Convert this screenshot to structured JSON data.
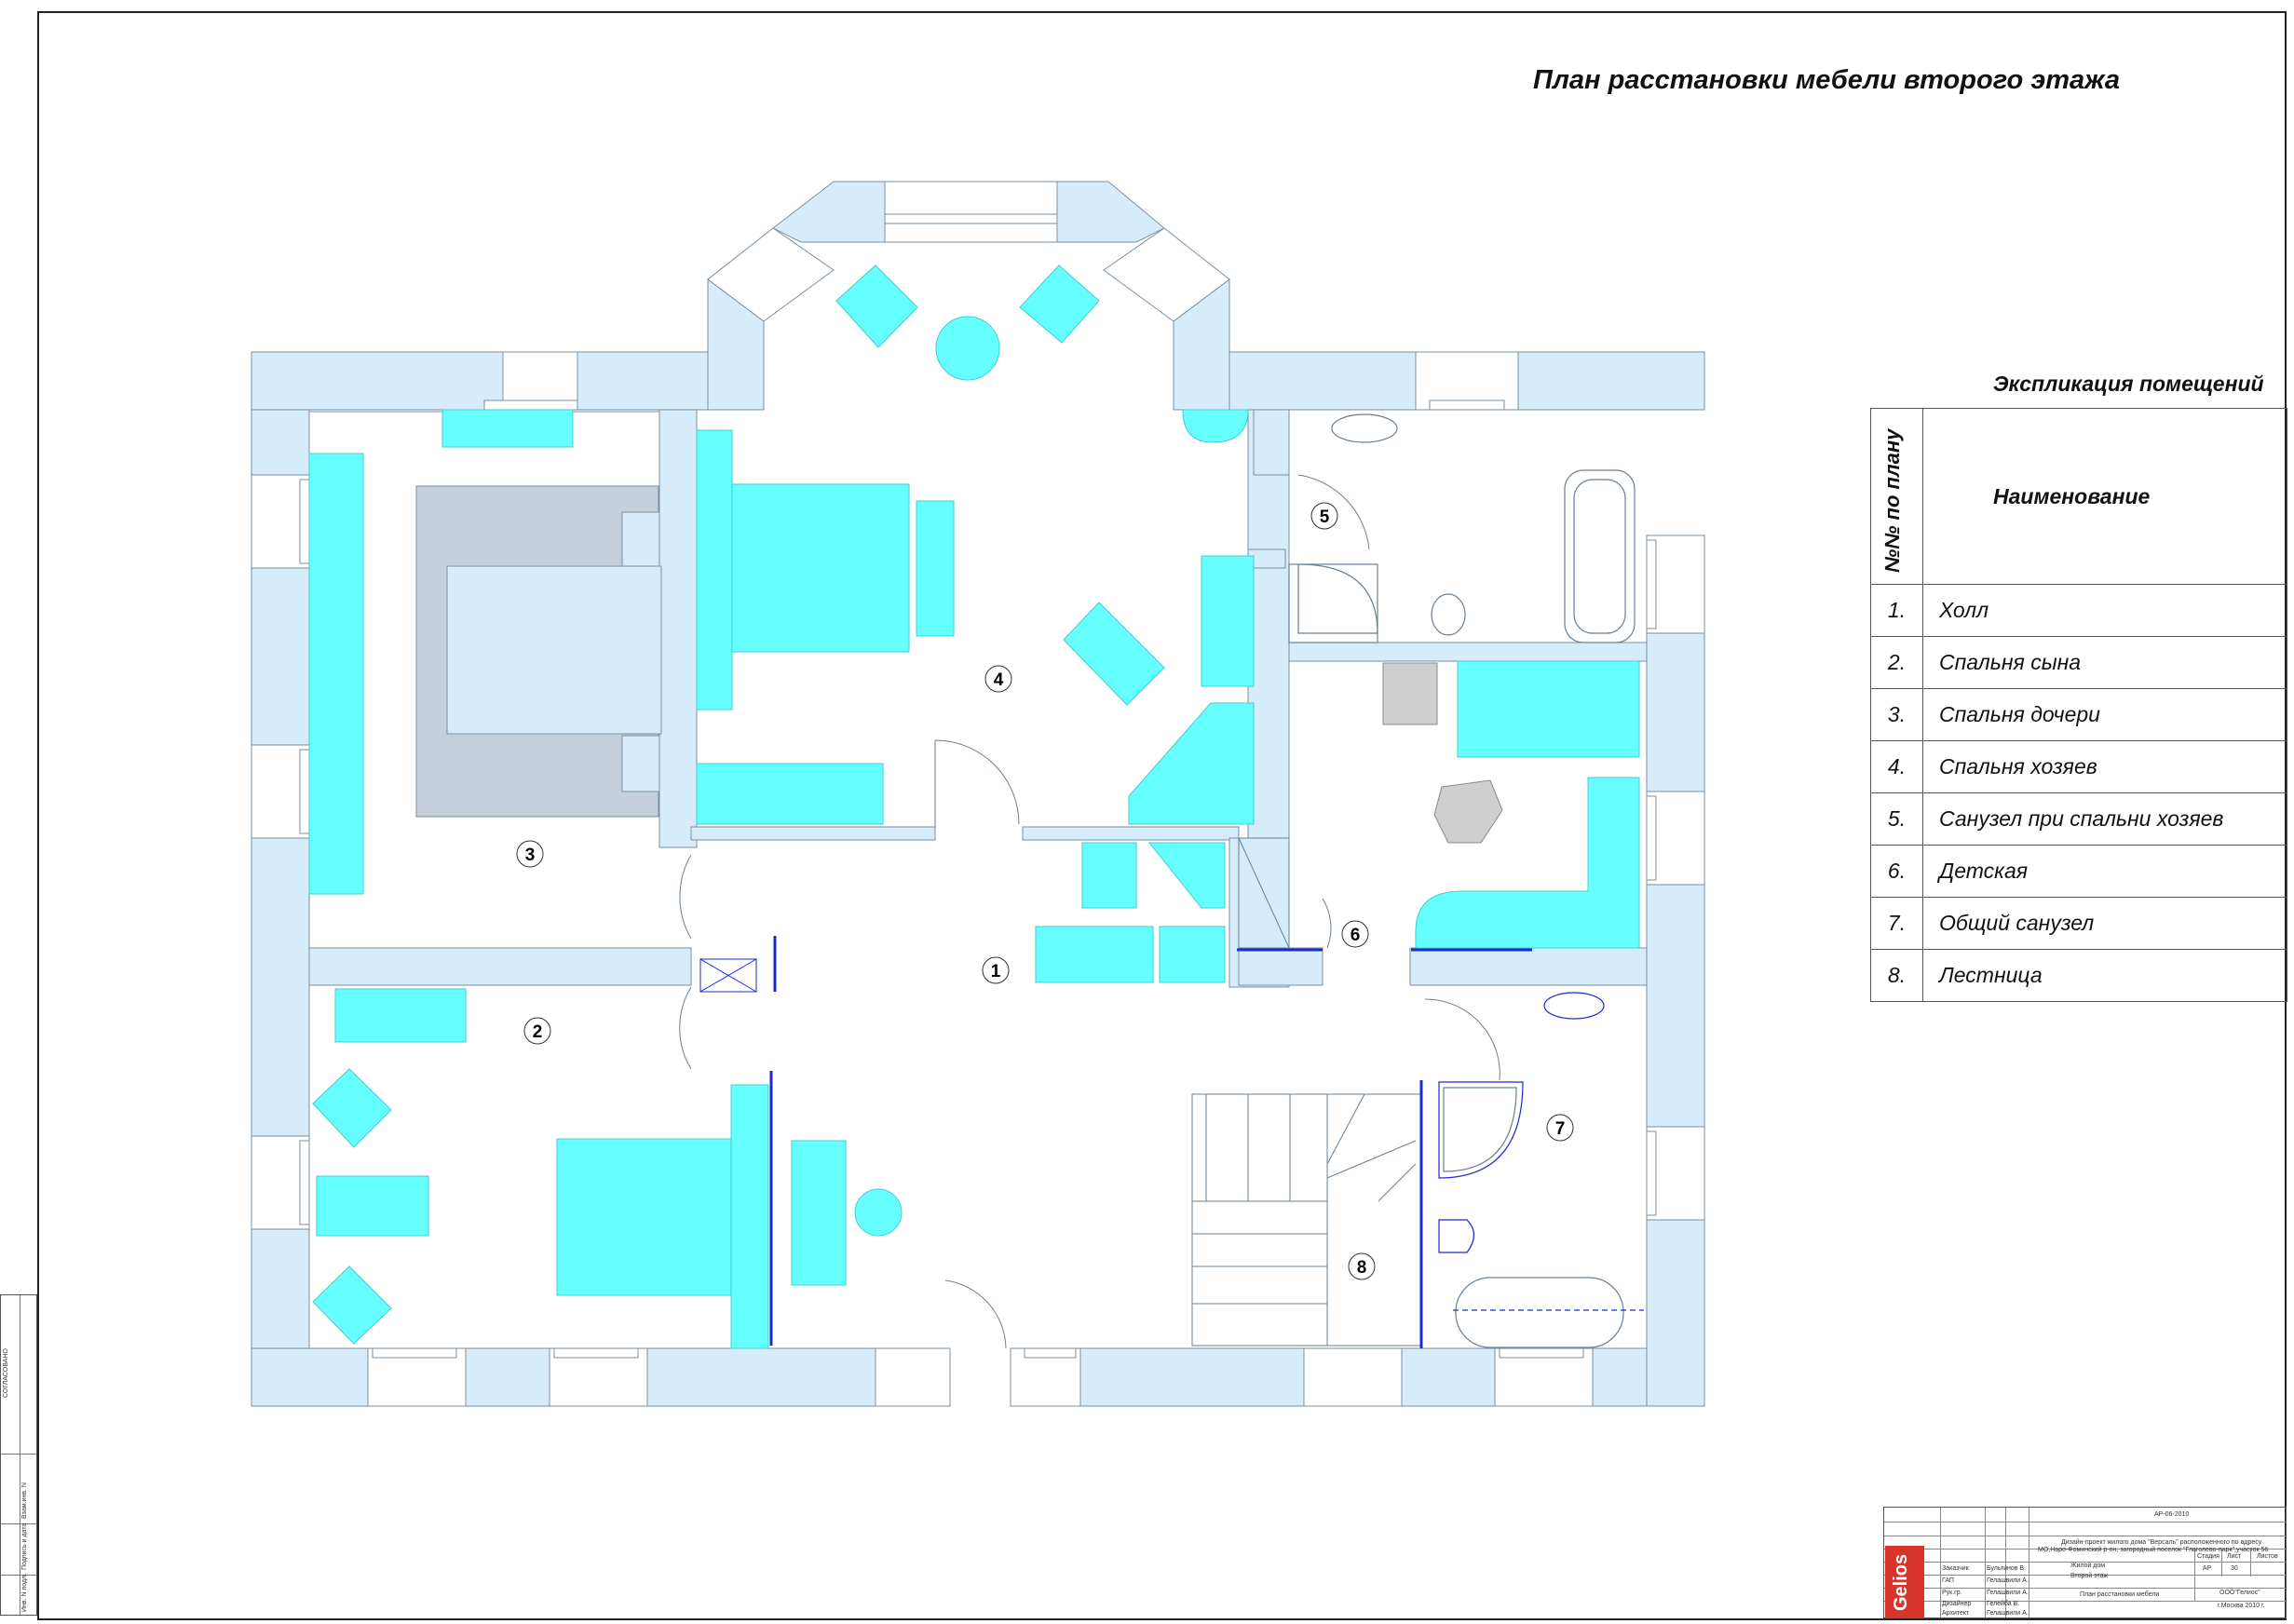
{
  "title": "План расстановки мебели  второго этажа",
  "colors": {
    "wall": "#d6ecfa",
    "furniture": "#66ffff",
    "rug": "#c3d0dc",
    "grey": "#cfcfcf",
    "line": "#6a7f92",
    "door": "#1a2bd0"
  },
  "room_numbers": [
    "1",
    "2",
    "3",
    "4",
    "5",
    "6",
    "7",
    "8"
  ],
  "explication": {
    "title": "Экспликация помещений",
    "col_num": "№№ по плану",
    "col_name": "Наименование",
    "rows": [
      {
        "num": "1.",
        "name": "Холл"
      },
      {
        "num": "2.",
        "name": "Спальня сына"
      },
      {
        "num": "3.",
        "name": "Спальня дочери"
      },
      {
        "num": "4.",
        "name": "Спальня хозяев"
      },
      {
        "num": "5.",
        "name": "Санузел при спальни хозяев"
      },
      {
        "num": "6.",
        "name": "Детская"
      },
      {
        "num": "7.",
        "name": "Общий санузел"
      },
      {
        "num": "8.",
        "name": "Лестница"
      }
    ]
  },
  "stamp": {
    "code": "АР-06-2010",
    "project": "Дизайн-проект жилого дома \"Версаль\" расположенного по адресу",
    "address": "МО,Наро-Фоминский р-он, загородный поселок \"Глаголево-парк\",участок 56",
    "object": "Жилой дом",
    "floor": "Второй этаж",
    "h_stage": "Стадия",
    "h_sheet": "Лист",
    "h_sheets": "Листов",
    "stage": "АР",
    "sheet": "30",
    "sheet_title": "План расстановки мебели",
    "firm": "ООО\"Гелиос\"",
    "city": "г.Москва 2010 г.",
    "roles": [
      {
        "role": "Заказчик",
        "name": "Бульгинов В."
      },
      {
        "role": "ГАП",
        "name": "Гелашвили А."
      },
      {
        "role": "Рук.гр.",
        "name": "Гелашвили А."
      },
      {
        "role": "Дизайнер",
        "name": "Гелейба В."
      },
      {
        "role": "Архитект",
        "name": "Гелашвили А."
      }
    ],
    "logo": "Gelios"
  },
  "side_strip": [
    "СОГЛАСОВАНО",
    "Взам.инв. N",
    "Подпись и дата",
    "Инв. N подл."
  ]
}
